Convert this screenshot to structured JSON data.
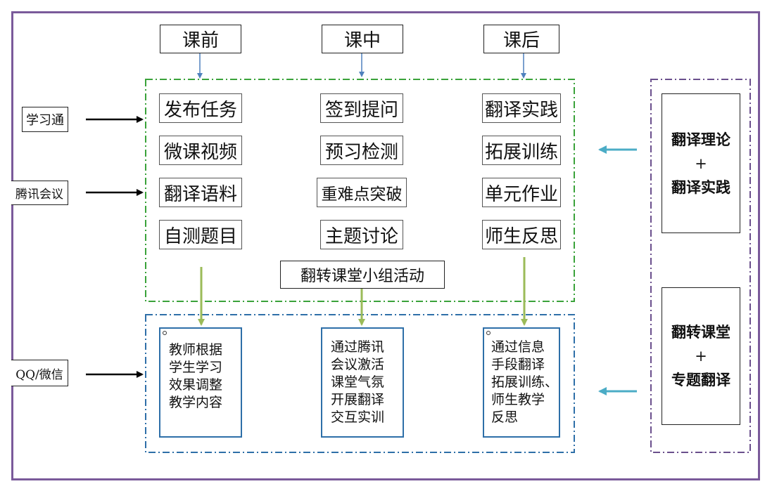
{
  "phases": [
    "课前",
    "课中",
    "课后"
  ],
  "activities": {
    "col1": [
      "发布任务",
      "微课视频",
      "翻译语料",
      "自测题目"
    ],
    "col2": [
      "签到提问",
      "预习检测",
      "重难点突破",
      "主题讨论"
    ],
    "col3": [
      "翻译实践",
      "拓展训练",
      "单元作业",
      "师生反思"
    ]
  },
  "group_label": "翻转课堂小组活动",
  "platforms": [
    "学习通",
    "腾讯会议",
    "QQ/微信"
  ],
  "descriptions": [
    "教师根据\n学生学习\n效果调整\n教学内容",
    "通过腾讯\n会议激活\n课堂气氛\n开展翻译\n交互实训",
    "通过信息\n手段翻译\n拓展训练、\n师生教学\n反思"
  ],
  "right_boxes": {
    "top": [
      "翻译理论",
      "+",
      "翻译实践"
    ],
    "bottom": [
      "翻转课堂",
      "+",
      "专题翻译"
    ]
  },
  "colors": {
    "frame": "#7a5a9a",
    "green_dash": "#3aa23a",
    "blue_dash": "#2e6fa8",
    "purple_dash": "#6a4f8c",
    "green_arrow": "#9bbb59",
    "blue_arrow": "#4f81bd",
    "teal_arrow": "#4bacc6"
  }
}
